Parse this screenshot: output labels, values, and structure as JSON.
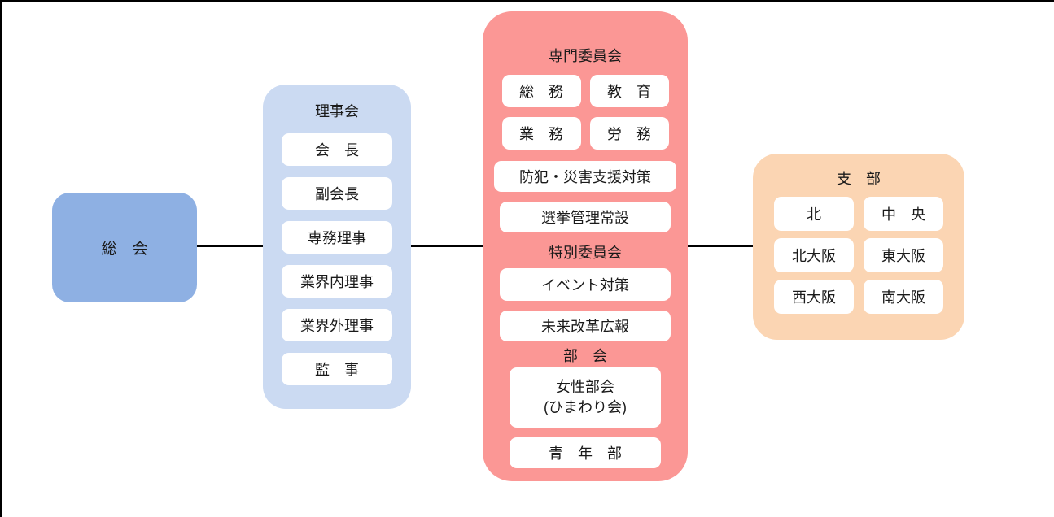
{
  "colors": {
    "general_meeting_fill": "#8EB0E3",
    "board_fill": "#CBDAF2",
    "committee_fill": "#FB9795",
    "branch_fill": "#FBD5B3",
    "item_fill": "#FFFFFF",
    "connector": "#000000",
    "text": "#1A1A1A"
  },
  "general_meeting": {
    "label": "総　会"
  },
  "board": {
    "title": "理事会",
    "items": [
      "会　長",
      "副会長",
      "専務理事",
      "業界内理事",
      "業界外理事",
      "監　事"
    ]
  },
  "committees": {
    "title": "専門委員会",
    "standing": [
      "総　務",
      "教　育",
      "業　務",
      "労　務"
    ],
    "wide": [
      "防犯・災害支援対策",
      "選挙管理常設"
    ],
    "special_title": "特別委員会",
    "special": [
      "イベント対策",
      "未来改革広報"
    ],
    "division_title": "部　会",
    "division_women_line1": "女性部会",
    "division_women_line2": "(ひまわり会)",
    "division_youth": "青　年　部"
  },
  "branches": {
    "title": "支　部",
    "items": [
      "北",
      "中　央",
      "北大阪",
      "東大阪",
      "西大阪",
      "南大阪"
    ]
  }
}
